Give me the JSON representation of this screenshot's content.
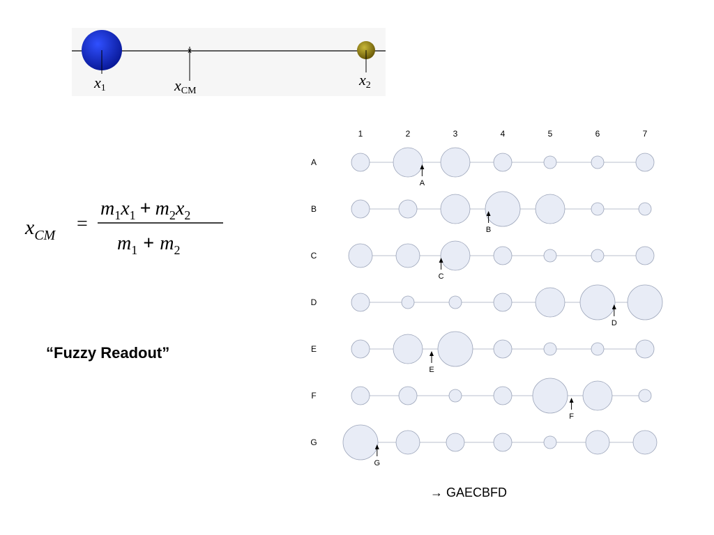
{
  "top_diagram": {
    "mass1_label": {
      "var": "x",
      "sub": "1"
    },
    "cm_label": {
      "var": "x",
      "sub": "CM"
    },
    "mass2_label": {
      "var": "x",
      "sub": "2"
    },
    "colors": {
      "mass1": "#1a2fd0",
      "mass2": "#8a7a10",
      "line": "#000000"
    }
  },
  "formula": {
    "lhs": {
      "var": "x",
      "sub": "CM"
    },
    "equals": "=",
    "numerator": [
      {
        "coef": "m",
        "coef_sub": "1",
        "var": "x",
        "var_sub": "1"
      },
      {
        "op": "+"
      },
      {
        "coef": "m",
        "coef_sub": "2",
        "var": "x",
        "var_sub": "2"
      }
    ],
    "denominator": [
      {
        "coef": "m",
        "coef_sub": "1"
      },
      {
        "op": "+"
      },
      {
        "coef": "m",
        "coef_sub": "2"
      }
    ]
  },
  "fuzzy_label": "“Fuzzy Readout”",
  "grid": {
    "columns": [
      "1",
      "2",
      "3",
      "4",
      "5",
      "6",
      "7"
    ],
    "circle_fill": "#e8ecf6",
    "circle_stroke": "#9aa3b8",
    "rows": [
      {
        "label": "A",
        "sizes": [
          2,
          4,
          4,
          2,
          1,
          1,
          2
        ],
        "arrow_after": 2.3,
        "arrow_label": "A"
      },
      {
        "label": "B",
        "sizes": [
          2,
          2,
          4,
          5,
          4,
          1,
          1
        ],
        "arrow_after": 3.7,
        "arrow_label": "B"
      },
      {
        "label": "C",
        "sizes": [
          3,
          3,
          4,
          2,
          1,
          1,
          2
        ],
        "arrow_after": 2.7,
        "arrow_label": "C"
      },
      {
        "label": "D",
        "sizes": [
          2,
          1,
          1,
          2,
          4,
          5,
          5
        ],
        "arrow_after": 6.35,
        "arrow_label": "D"
      },
      {
        "label": "E",
        "sizes": [
          2,
          4,
          5,
          2,
          1,
          1,
          2
        ],
        "arrow_after": 2.5,
        "arrow_label": "E"
      },
      {
        "label": "F",
        "sizes": [
          2,
          2,
          1,
          2,
          5,
          4,
          1
        ],
        "arrow_after": 5.45,
        "arrow_label": "F"
      },
      {
        "label": "G",
        "sizes": [
          5,
          3,
          2,
          2,
          1,
          3,
          3
        ],
        "arrow_after": 1.35,
        "arrow_label": "G"
      }
    ]
  },
  "answer": {
    "arrow": "→",
    "text": "GAECBFD"
  }
}
